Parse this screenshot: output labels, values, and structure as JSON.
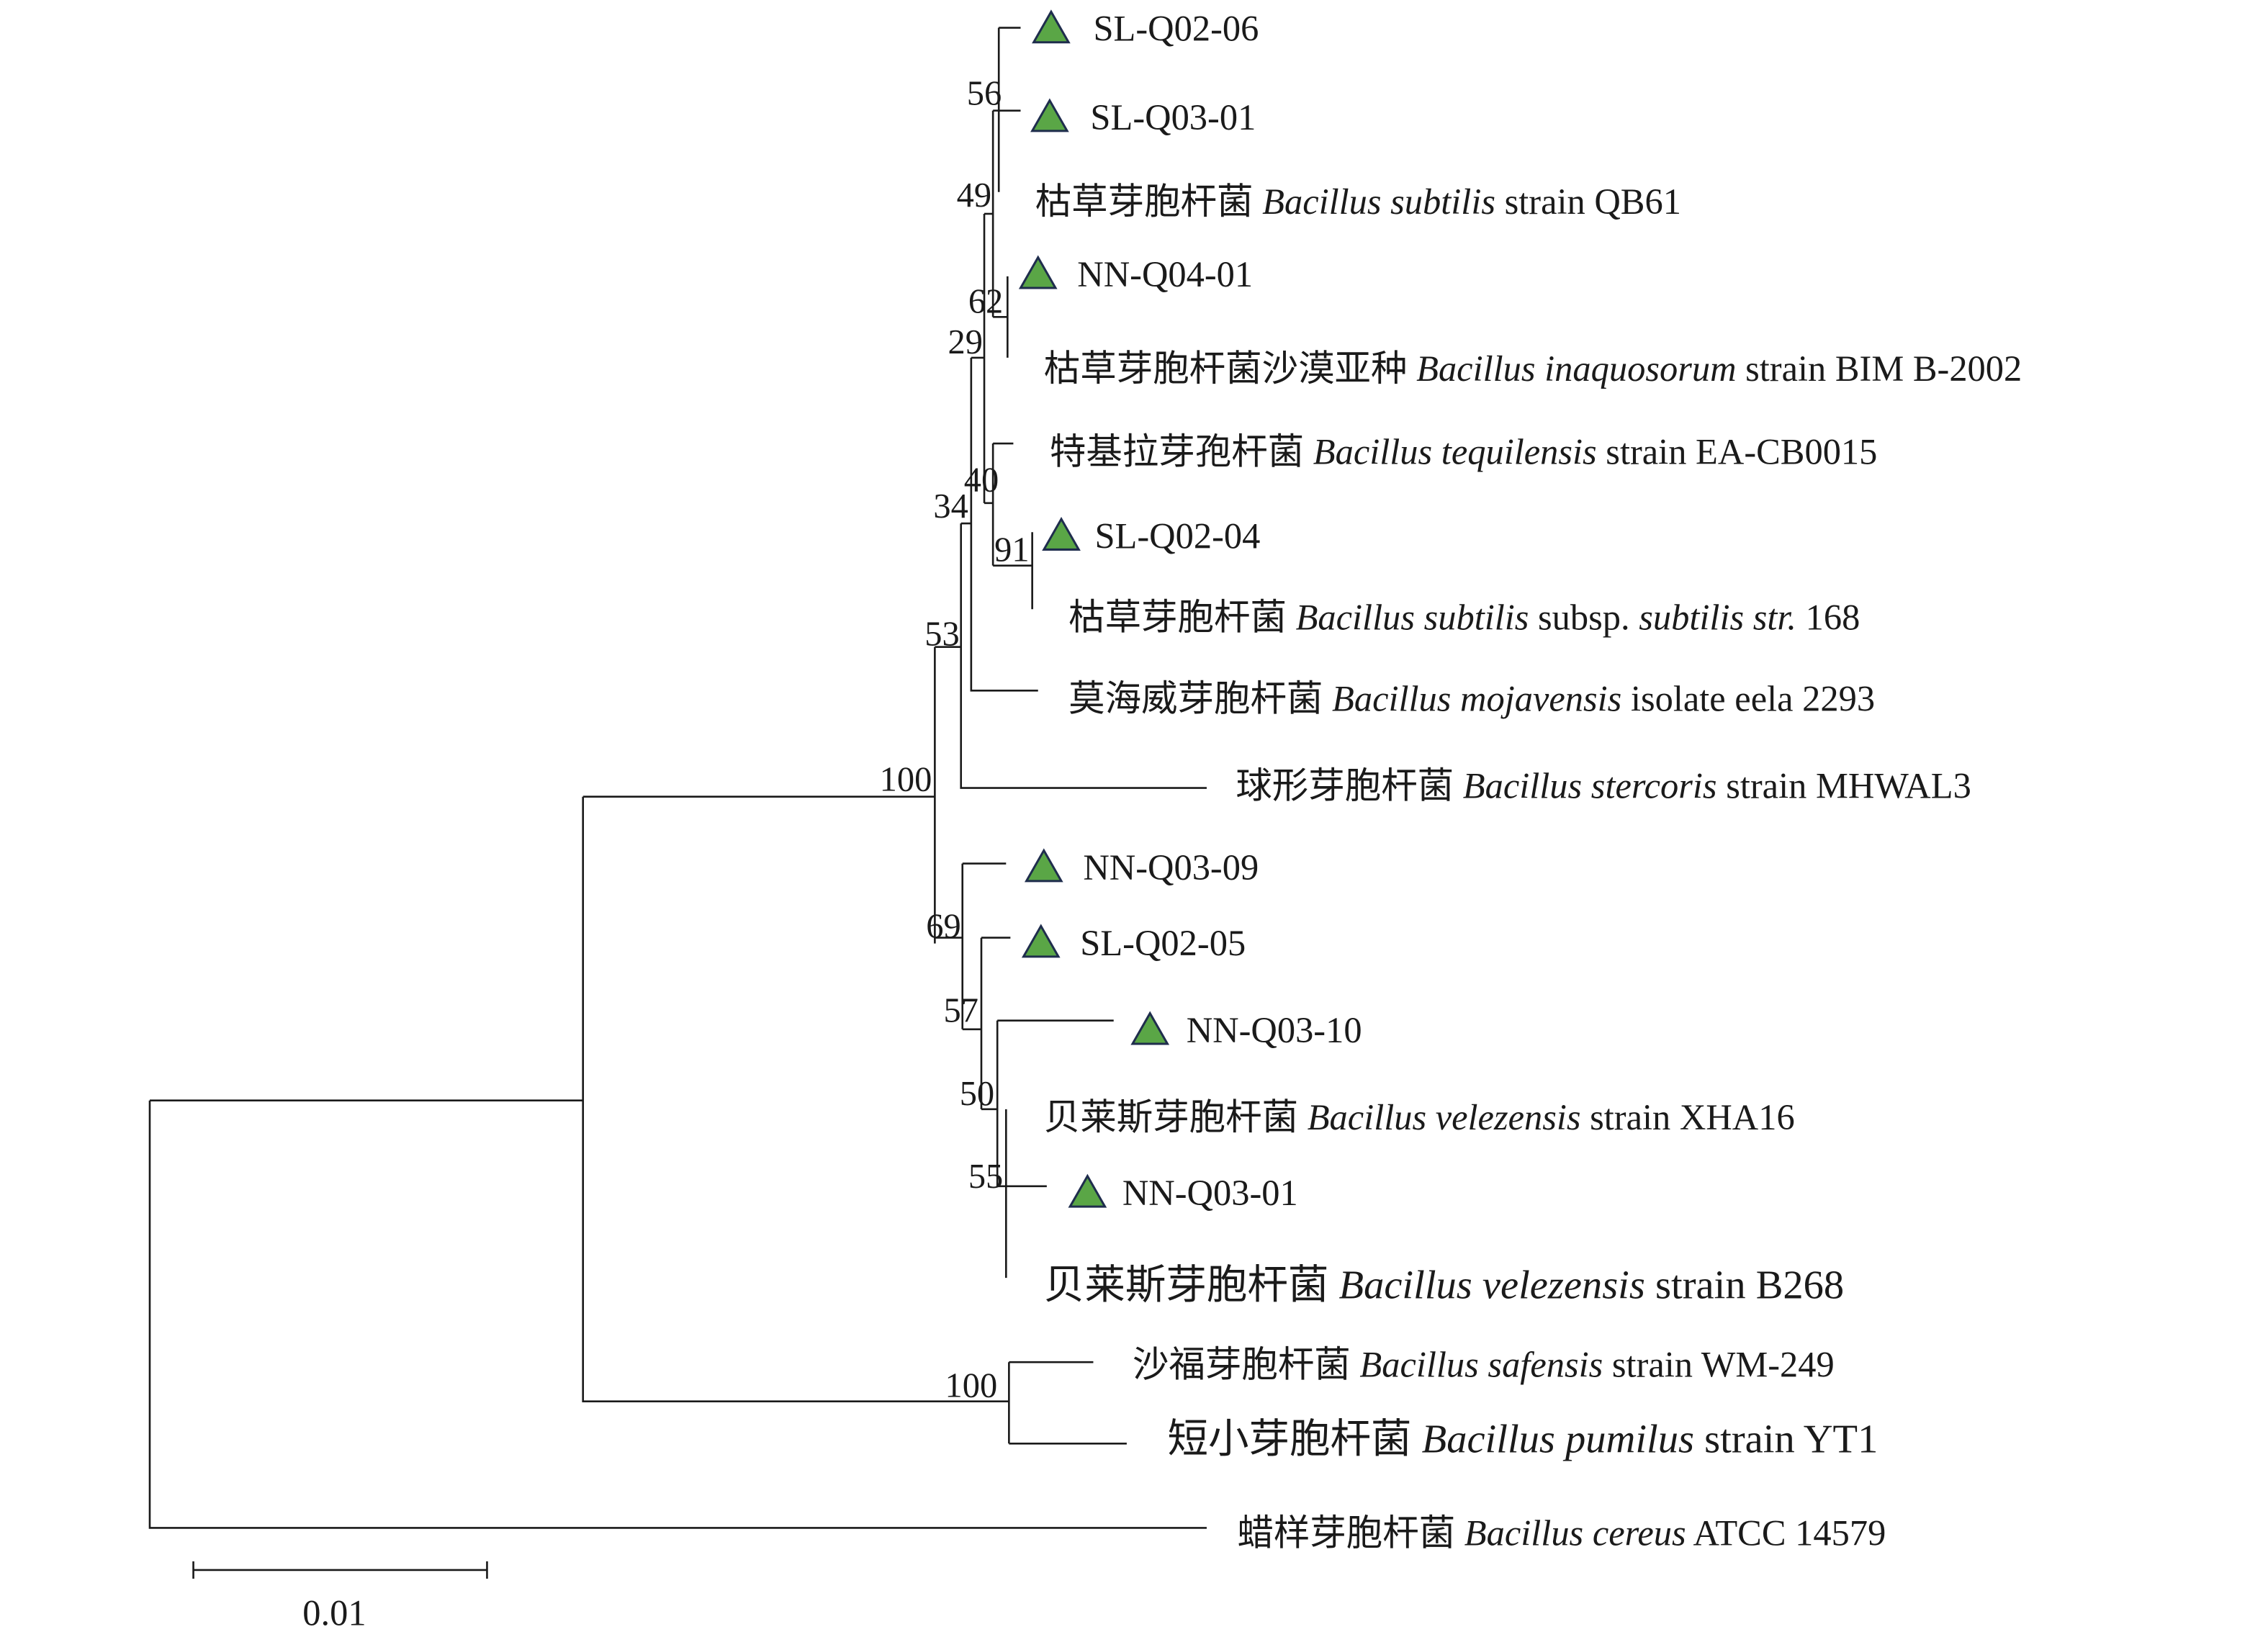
{
  "marker_color": "#5aa646",
  "taxa": [
    {
      "id": "sl-q02-06",
      "isolate": true,
      "parts": [
        {
          "t": "SL-Q02-06"
        }
      ]
    },
    {
      "id": "sl-q03-01",
      "isolate": true,
      "parts": [
        {
          "t": "SL-Q03-01"
        }
      ]
    },
    {
      "id": "qb61",
      "parts": [
        {
          "t": "枯草芽胞杆菌 "
        },
        {
          "t": "Bacillus subtilis",
          "i": true
        },
        {
          "t": " strain QB61"
        }
      ]
    },
    {
      "id": "nn-q04-01",
      "isolate": true,
      "parts": [
        {
          "t": "NN-Q04-01"
        }
      ]
    },
    {
      "id": "inaquosorum",
      "parts": [
        {
          "t": "枯草芽胞杆菌沙漠亚种 "
        },
        {
          "t": "Bacillus inaquosorum",
          "i": true
        },
        {
          "t": " strain BIM B-2002"
        }
      ]
    },
    {
      "id": "tequilensis",
      "parts": [
        {
          "t": "特基拉芽孢杆菌 "
        },
        {
          "t": "Bacillus tequilensis",
          "i": true
        },
        {
          "t": " strain EA-CB0015"
        }
      ]
    },
    {
      "id": "sl-q02-04",
      "isolate": true,
      "parts": [
        {
          "t": "SL-Q02-04"
        }
      ]
    },
    {
      "id": "subtilis-168",
      "parts": [
        {
          "t": "枯草芽胞杆菌 "
        },
        {
          "t": "Bacillus subtilis",
          "i": true
        },
        {
          "t": " subsp. "
        },
        {
          "t": "subtilis str.",
          "i": true
        },
        {
          "t": " 168"
        }
      ]
    },
    {
      "id": "mojavensis",
      "parts": [
        {
          "t": "莫海威芽胞杆菌 "
        },
        {
          "t": "Bacillus mojavensis",
          "i": true
        },
        {
          "t": " isolate eela 2293"
        }
      ]
    },
    {
      "id": "stercoris",
      "parts": [
        {
          "t": "球形芽胞杆菌 "
        },
        {
          "t": "Bacillus stercoris",
          "i": true
        },
        {
          "t": " strain MHWAL3"
        }
      ]
    },
    {
      "id": "nn-q03-09",
      "isolate": true,
      "parts": [
        {
          "t": "NN-Q03-09"
        }
      ]
    },
    {
      "id": "sl-q02-05",
      "isolate": true,
      "parts": [
        {
          "t": "SL-Q02-05"
        }
      ]
    },
    {
      "id": "nn-q03-10",
      "isolate": true,
      "parts": [
        {
          "t": "NN-Q03-10"
        }
      ]
    },
    {
      "id": "velezensis-xha16",
      "parts": [
        {
          "t": "贝莱斯芽胞杆菌 "
        },
        {
          "t": "Bacillus velezensis",
          "i": true
        },
        {
          "t": " strain XHA16"
        }
      ]
    },
    {
      "id": "nn-q03-01",
      "isolate": true,
      "parts": [
        {
          "t": "NN-Q03-01"
        }
      ]
    },
    {
      "id": "velezensis-b268",
      "big": true,
      "parts": [
        {
          "t": "贝莱斯芽胞杆菌 "
        },
        {
          "t": "Bacillus velezensis",
          "i": true
        },
        {
          "t": " strain B268"
        }
      ]
    },
    {
      "id": "safensis",
      "parts": [
        {
          "t": "沙福芽胞杆菌 "
        },
        {
          "t": "Bacillus safensis",
          "i": true
        },
        {
          "t": " strain WM-249"
        }
      ]
    },
    {
      "id": "pumilus",
      "parts": [
        {
          "t": "短小芽胞杆菌 "
        },
        {
          "t": "Bacillus pumilus",
          "i": true
        },
        {
          "t": " strain YT1"
        }
      ]
    },
    {
      "id": "cereus",
      "parts": [
        {
          "t": "蜡样芽胞杆菌 "
        },
        {
          "t": "Bacillus cereus",
          "i": true
        },
        {
          "t": " ATCC 14579"
        }
      ]
    }
  ],
  "bootstrap": [
    "56",
    "49",
    "62",
    "29",
    "40",
    "34",
    "91",
    "53",
    "100",
    "69",
    "57",
    "50",
    "55",
    "100"
  ],
  "scale_bar": {
    "label": "0.01",
    "value": 0.01
  }
}
